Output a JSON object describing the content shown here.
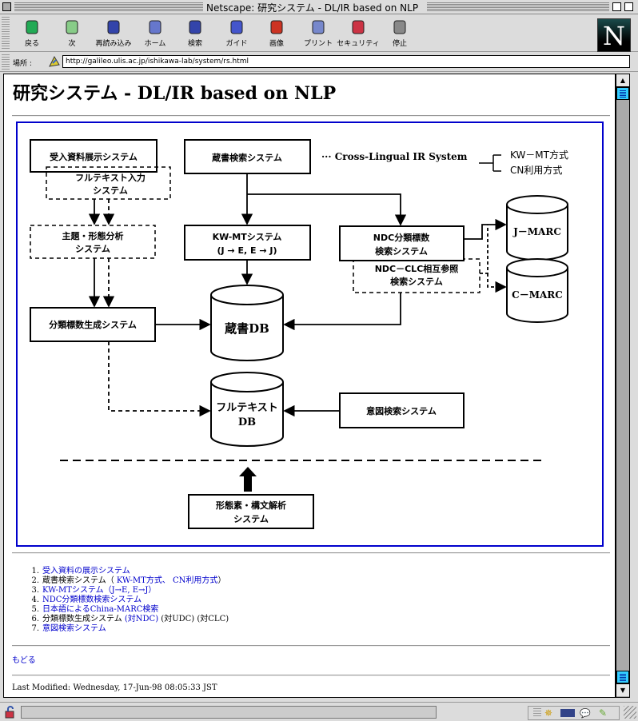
{
  "window": {
    "title": "Netscape: 研究システム - DL/IR based on NLP"
  },
  "toolbar": {
    "buttons": [
      {
        "label": "戻る",
        "icon": "back-arrow-icon"
      },
      {
        "label": "次",
        "icon": "forward-arrow-icon"
      },
      {
        "label": "再読み込み",
        "icon": "reload-icon"
      },
      {
        "label": "ホーム",
        "icon": "home-icon"
      },
      {
        "label": "検索",
        "icon": "search-flashlight-icon"
      },
      {
        "label": "ガイド",
        "icon": "guide-signpost-icon"
      },
      {
        "label": "画像",
        "icon": "images-icon"
      },
      {
        "label": "プリント",
        "icon": "print-icon"
      },
      {
        "label": "セキュリティ",
        "icon": "security-lock-icon"
      },
      {
        "label": "停止",
        "icon": "stop-icon"
      }
    ],
    "logo": "N"
  },
  "location": {
    "label": "場所 :",
    "url": "http://galileo.ulis.ac.jp/ishikawa-lab/system/rs.html"
  },
  "page": {
    "heading": "研究システム - DL/IR based on NLP",
    "diagram": {
      "boxes": {
        "ukeire": "受入資料展示システム",
        "fulltext_input_1": "フルテキスト入力",
        "fulltext_input_2": "システム",
        "shudai_1": "主題・形態分析",
        "shudai_2": "システム",
        "bunrui_gen": "分類標数生成システム",
        "zosho_search": "蔵書検索システム",
        "kwmt_1": "KW-MTシステム",
        "kwmt_2": "(J → E, E → J)",
        "ndc_1": "NDC分類標数",
        "ndc_2": "検索システム",
        "ndcclc_1": "NDC－CLC相互参照",
        "ndcclc_2": "検索システム",
        "ito": "意図検索システム",
        "keitaiso_1": "形態素・構文解析",
        "keitaiso_2": "システム"
      },
      "databases": {
        "zosho_db": "蔵書DB",
        "fulltext_db_1": "フルテキスト",
        "fulltext_db_2": "DB",
        "jmarc": "J－MARC",
        "cmarc": "C－MARC"
      },
      "crosslingual": {
        "label": "··· Cross-Lingual IR System",
        "option1": "KW－MT方式",
        "option2": "CN利用方式"
      }
    },
    "list": [
      {
        "num": "1.",
        "parts": [
          {
            "text": "受入資料の展示システム",
            "link": true
          }
        ]
      },
      {
        "num": "2.",
        "parts": [
          {
            "text": "蔵書検索システム（ ",
            "link": false
          },
          {
            "text": "KW-MT方式、",
            "link": true
          },
          {
            "text": " ",
            "link": false
          },
          {
            "text": "CN利用方式",
            "link": true
          },
          {
            "text": "）",
            "link": false
          }
        ]
      },
      {
        "num": "3.",
        "parts": [
          {
            "text": "KW-MTシステム（J→E, E→J）",
            "link": true
          }
        ]
      },
      {
        "num": "4.",
        "parts": [
          {
            "text": "NDC分類標数検索システム",
            "link": true
          }
        ]
      },
      {
        "num": "5.",
        "parts": [
          {
            "text": "日本語によるChina-MARC検索",
            "link": true
          }
        ]
      },
      {
        "num": "6.",
        "parts": [
          {
            "text": "分類標数生成システム ",
            "link": false
          },
          {
            "text": "(対NDC)",
            "link": true
          },
          {
            "text": " (対UDC) (対CLC)",
            "link": false
          }
        ]
      },
      {
        "num": "7.",
        "parts": [
          {
            "text": "意図検索システム",
            "link": true
          }
        ]
      }
    ],
    "back_link": "もどる",
    "last_modified": "Last Modified: Wednesday, 17-Jun-98 08:05:33 JST"
  },
  "colors": {
    "link": "#0000cc",
    "diagram_border": "#0000cc",
    "scroll_thumb": "#33ccff"
  }
}
